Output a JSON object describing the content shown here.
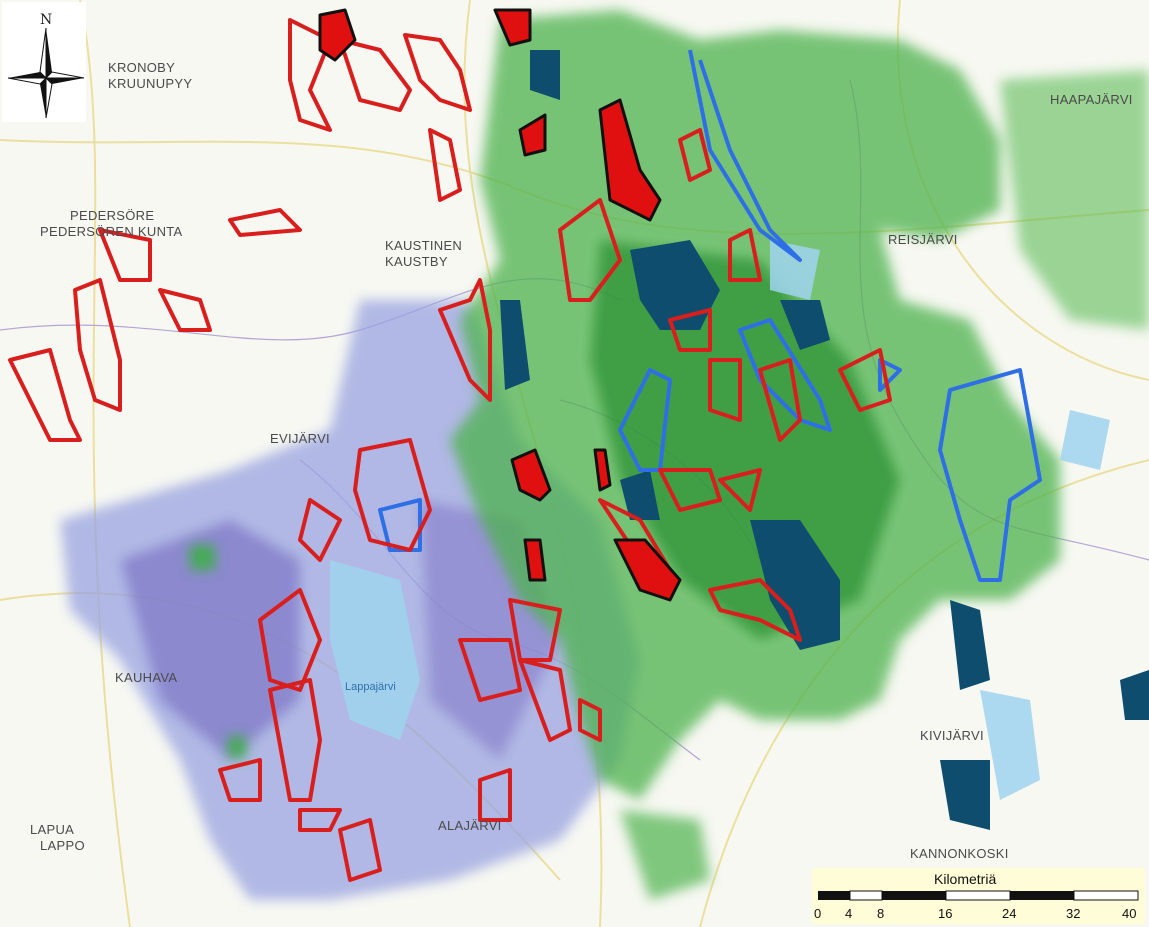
{
  "map": {
    "places": [
      "KRONOBY",
      "KRUUNUPYY",
      "PEDERSÖRE",
      "PEDERSÖREN KUNTA",
      "KAUSTINEN",
      "KAUSTBY",
      "HAAPAJÄRVI",
      "REISJÄRVI",
      "EVIJÄRVI",
      "KAUHAVA",
      "LAPUA",
      "LAPPO",
      "ALAJÄRVI",
      "KIVIJÄRVI",
      "KANNONKOSKI"
    ],
    "lakes": [
      "Lappajärvi"
    ],
    "north_label": "N",
    "colors": {
      "sample_area_outline": "#d91e1e",
      "reference_area_outline": "#2f6fe6",
      "dark_fill_area": "#e01010",
      "green_raster": "#3aa63a",
      "blue_raster": "#8a8fd8",
      "water": "#0e4d6e"
    }
  },
  "scale_bar": {
    "title": "Kilometriä",
    "ticks": [
      "0",
      "4",
      "8",
      "16",
      "24",
      "32",
      "40"
    ]
  }
}
